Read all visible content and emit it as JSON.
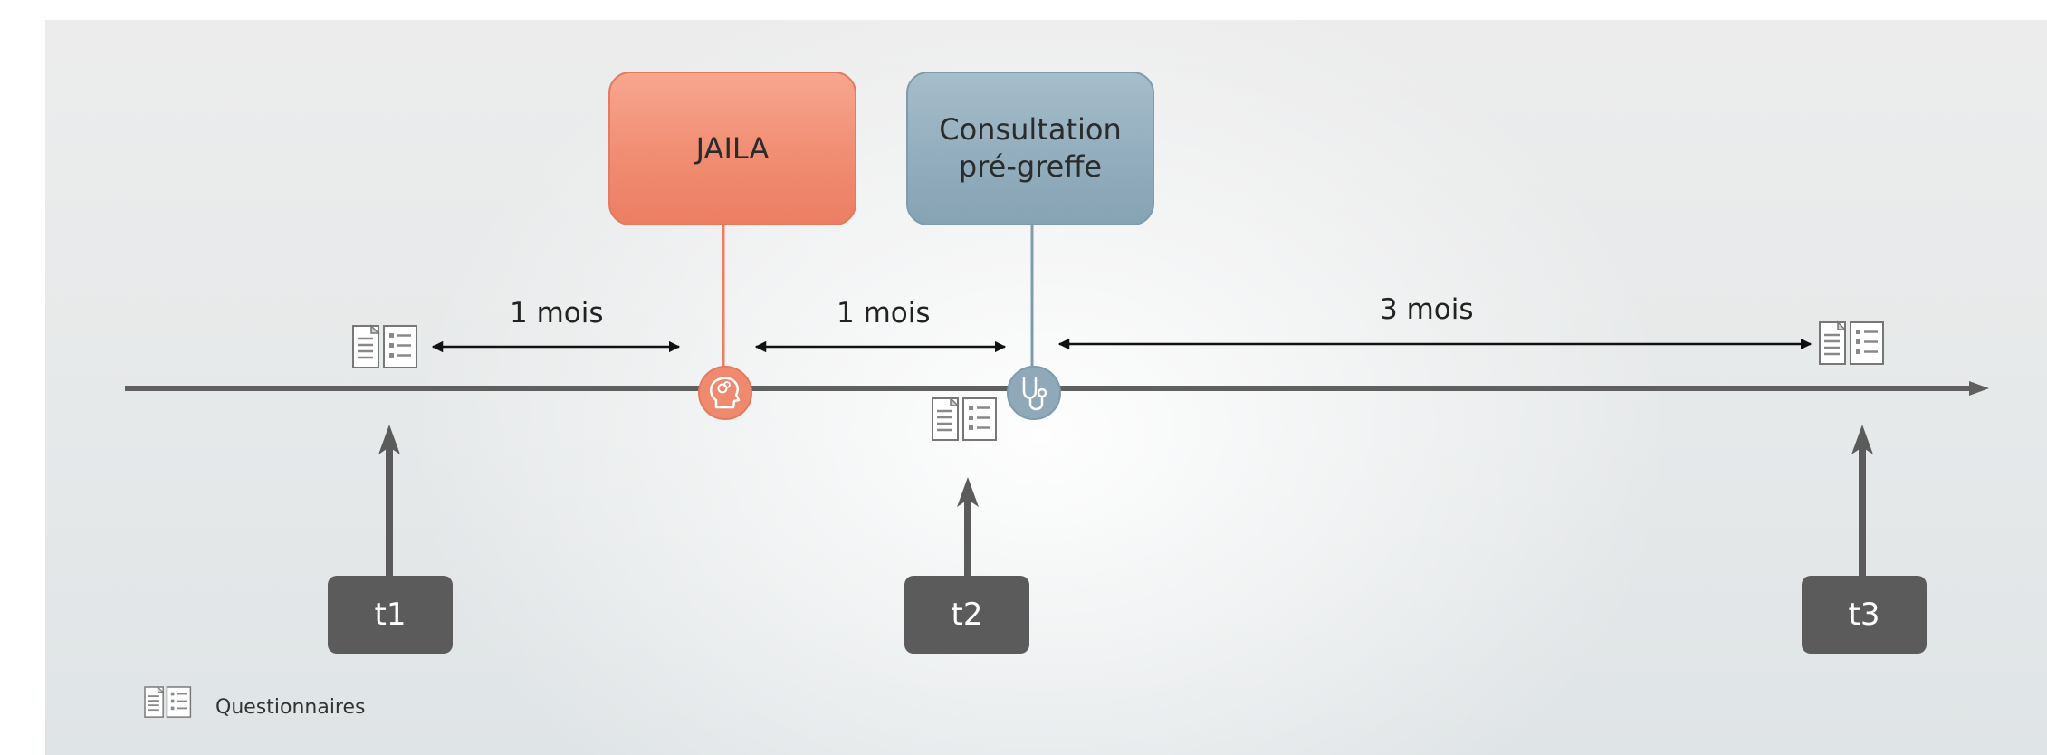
{
  "events": {
    "jaila": {
      "label": "JAILA",
      "color": "#ef8a6f",
      "icon": "brain-head-icon"
    },
    "consultation": {
      "label": "Consultation\npré-greffe",
      "color": "#8fa9b9",
      "icon": "stethoscope-icon"
    }
  },
  "intervals": [
    "1 mois",
    "1 mois",
    "3 mois"
  ],
  "time_points": [
    "t1",
    "t2",
    "t3"
  ],
  "legend": {
    "label": "Questionnaires",
    "icon": "questionnaire-icon"
  },
  "colors": {
    "timeline": "#5f5f5f",
    "time_box": "#5b5b5b"
  }
}
